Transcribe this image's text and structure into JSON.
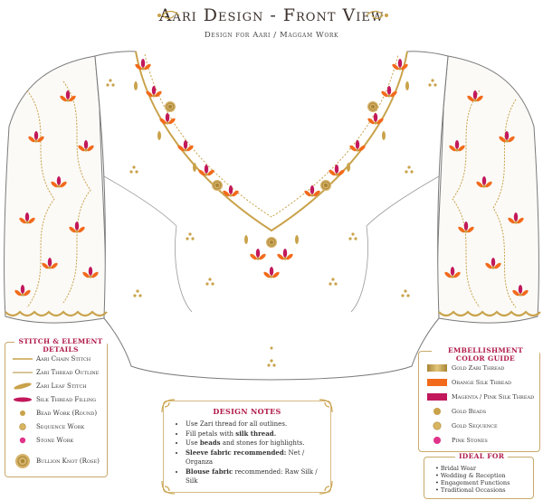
{
  "header": {
    "title": "Aari Design - Front View",
    "subtitle": "Design for Aari / Maggam Work"
  },
  "stitch_legend": {
    "title": "STITCH & ELEMENT DETAILS",
    "items": [
      {
        "label": "Aari Chain Stitch",
        "icon": "chain-stitch-icon"
      },
      {
        "label": "Zari Thread Outline",
        "icon": "zari-outline-icon"
      },
      {
        "label": "Zari Leaf Stitch",
        "icon": "zari-leaf-icon"
      },
      {
        "label": "Silk Thread Filling",
        "icon": "silk-filling-icon"
      },
      {
        "label": "Bead Work (Round)",
        "icon": "bead-icon"
      },
      {
        "label": "Sequence Work",
        "icon": "sequence-icon"
      },
      {
        "label": "Stone Work",
        "icon": "stone-icon"
      },
      {
        "label": "Bullion Knot (Rose)",
        "icon": "bullion-knot-icon"
      }
    ]
  },
  "design_notes": {
    "title": "DESIGN NOTES",
    "items": [
      {
        "pre": "Use Zari thread for all outlines.",
        "bold": "",
        "post": ""
      },
      {
        "pre": "Fill petals with ",
        "bold": "silk thread.",
        "post": ""
      },
      {
        "pre": "Use ",
        "bold": "beads",
        "post": " and stones for highlights."
      },
      {
        "pre": "",
        "bold": "Sleeve fabric recommended:",
        "post": " Net / Organza"
      },
      {
        "pre": "",
        "bold": "Blouse fabric",
        "post": " recommended: Raw Silk / Silk"
      }
    ]
  },
  "color_guide": {
    "title": "EMBELLISHMENT COLOR GUIDE",
    "items": [
      {
        "label": "Gold Zari Thread",
        "color": "#c9a24a"
      },
      {
        "label": "Orange Silk Thread",
        "color": "#f26a1b"
      },
      {
        "label": "Magenta / Pink Silk Thread",
        "color": "#c2185b"
      },
      {
        "label": "Gold Beads",
        "color": "#c9a24a"
      },
      {
        "label": "Gold Sequence",
        "color": "#d8b560"
      },
      {
        "label": "Pink Stones",
        "color": "#e0338a"
      }
    ]
  },
  "ideal_for": {
    "title": "IDEAL FOR",
    "items": [
      "• Bridal Wear",
      "• Wedding & Reception",
      "• Engagement Functions",
      "• Traditional Occasions"
    ]
  },
  "colors": {
    "gold": "#c9a24a",
    "orange": "#f26a1b",
    "magenta": "#c2185b",
    "pink": "#e0338a",
    "outline": "#6d6d6d"
  }
}
